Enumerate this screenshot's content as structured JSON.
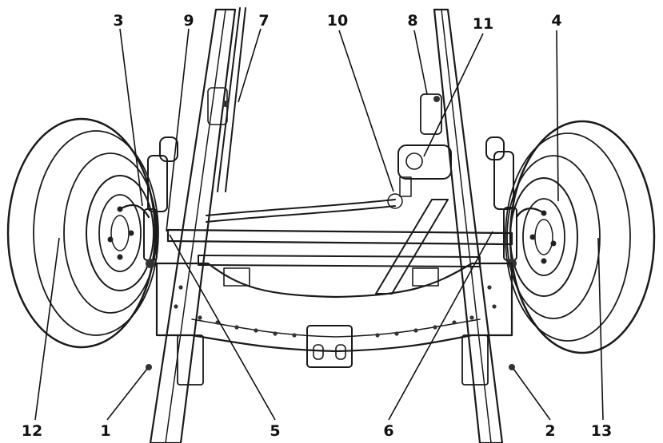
{
  "callouts": [
    {
      "id": "c3",
      "label": "3"
    },
    {
      "id": "c9",
      "label": "9"
    },
    {
      "id": "c7",
      "label": "7"
    },
    {
      "id": "c10",
      "label": "10"
    },
    {
      "id": "c8",
      "label": "8"
    },
    {
      "id": "c11",
      "label": "11"
    },
    {
      "id": "c4",
      "label": "4"
    },
    {
      "id": "c12",
      "label": "12"
    },
    {
      "id": "c1",
      "label": "1"
    },
    {
      "id": "c5",
      "label": "5"
    },
    {
      "id": "c6",
      "label": "6"
    },
    {
      "id": "c2",
      "label": "2"
    },
    {
      "id": "c13",
      "label": "13"
    }
  ]
}
